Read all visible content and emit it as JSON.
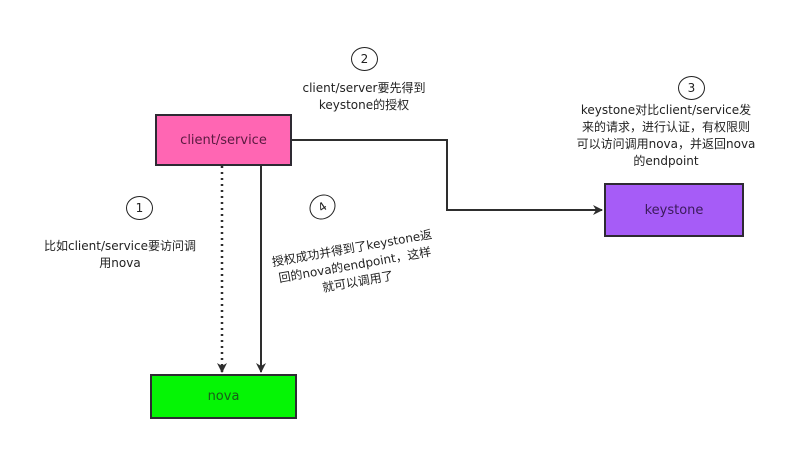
{
  "nodes": {
    "client": {
      "label": "client/service",
      "fill": "#ff66b3",
      "text_color": "#5a1a40"
    },
    "keystone": {
      "label": "keystone",
      "fill": "#a65cf7",
      "text_color": "#3a1a5a"
    },
    "nova": {
      "label": "nova",
      "fill": "#05f505",
      "text_color": "#1a5a1a"
    }
  },
  "steps": [
    {
      "number": "1",
      "text_lines": [
        "比如client/service要访问调",
        "用nova"
      ]
    },
    {
      "number": "2",
      "text_lines": [
        "client/server要先得到",
        "keystone的授权"
      ]
    },
    {
      "number": "3",
      "text_lines": [
        "keystone对比client/service发",
        "来的请求，进行认证，有权限则",
        "可以访问调用nova，并返回nova",
        "的endpoint"
      ]
    },
    {
      "number": "4",
      "text_lines": [
        "授权成功并得到了keystone返",
        "回的nova的endpoint，这样",
        "就可以调用了"
      ]
    }
  ],
  "edges": [
    {
      "from": "client",
      "to": "keystone",
      "style": "solid"
    },
    {
      "from": "client",
      "to": "nova",
      "style": "dotted"
    },
    {
      "from": "client",
      "to": "nova",
      "style": "solid"
    }
  ],
  "colors": {
    "line": "#2e2e2e"
  }
}
